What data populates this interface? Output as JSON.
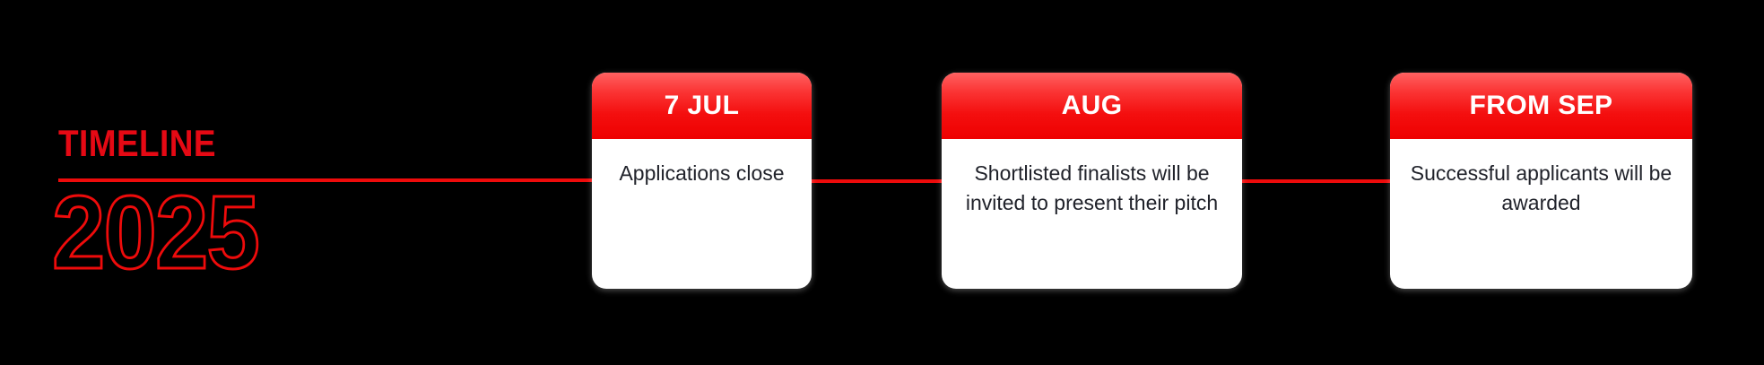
{
  "theme": {
    "background": "#000000",
    "accent_red": "#ee0b0b",
    "header_gradient_top": "#ff6161",
    "header_gradient_bottom": "#ee0000",
    "card_background": "#ffffff",
    "body_text_color": "#20222a",
    "header_text_color": "#ffffff"
  },
  "title": {
    "label": "TIMELINE",
    "year": "2025"
  },
  "timeline": {
    "milestones": [
      {
        "header": "7 JUL",
        "body": "Applications close"
      },
      {
        "header": "AUG",
        "body": "Shortlisted finalists will be invited to present their pitch"
      },
      {
        "header": "FROM SEP",
        "body": "Successful applicants will be awarded"
      }
    ]
  }
}
